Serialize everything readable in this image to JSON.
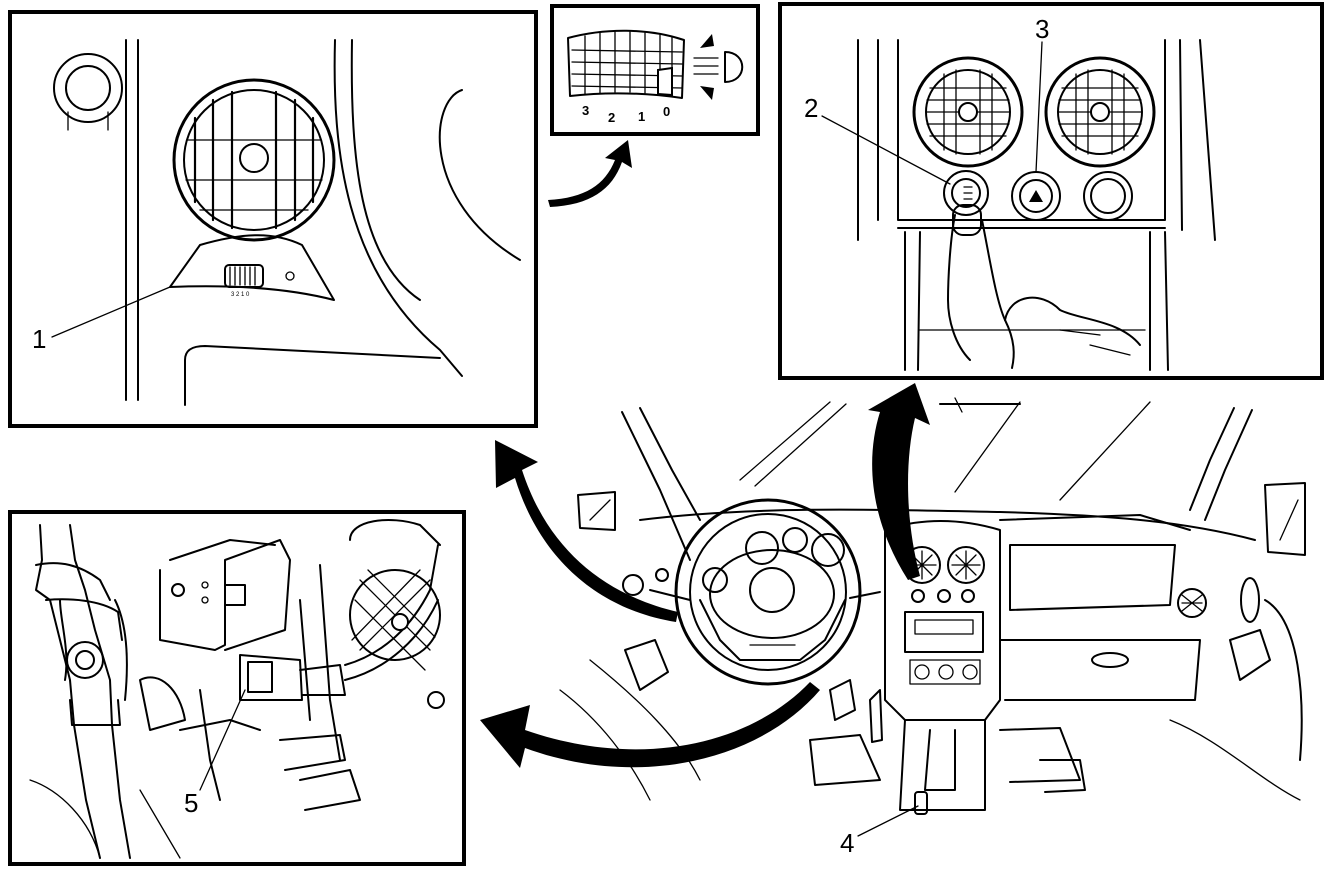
{
  "callouts": {
    "c1": "1",
    "c2": "2",
    "c3": "3",
    "c4": "4",
    "c5": "5"
  },
  "dial_scale": {
    "n3": "3",
    "n2": "2",
    "n1": "1",
    "n0": "0"
  },
  "icons": [
    "headlamp-leveling-icon",
    "hazard-triangle-icon",
    "fog-lamp-icon",
    "curved-arrow-icon"
  ],
  "colors": {
    "ink": "#000000",
    "paper": "#ffffff"
  }
}
